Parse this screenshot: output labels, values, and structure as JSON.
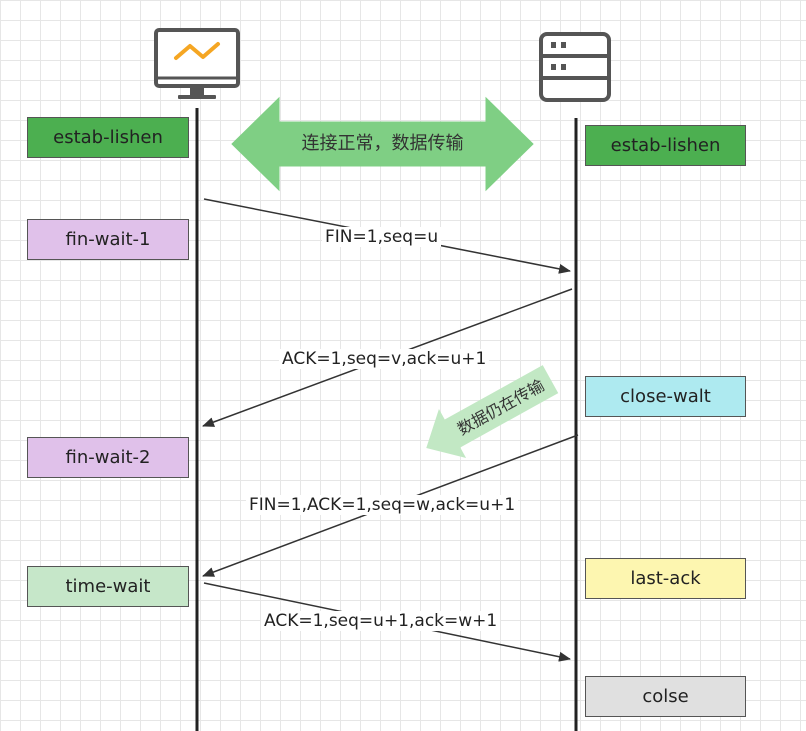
{
  "client": {
    "icon": "monitor-icon",
    "states": {
      "estab": "estab-lishen",
      "fin_wait_1": "fin-wait-1",
      "fin_wait_2": "fin-wait-2",
      "time_wait": "time-wait"
    }
  },
  "server": {
    "icon": "server-icon",
    "states": {
      "estab": "estab-lishen",
      "close_wait": "close-walt",
      "last_ack": "last-ack",
      "closed": "colse"
    }
  },
  "banners": {
    "connection_ok": "连接正常，数据传输",
    "still_transmitting": "数据仍在传输"
  },
  "messages": {
    "fin1": "FIN=1,seq=u",
    "ack1": "ACK=1,seq=v,ack=u+1",
    "fin2": "FIN=1,ACK=1,seq=w,ack=u+1",
    "ack2": "ACK=1,seq=u+1,ack=w+1"
  },
  "colors": {
    "estab_fill": "#4caf50",
    "fin_wait_fill": "#e0c1ea",
    "time_wait_fill": "#c6e7c9",
    "close_wait_fill": "#aeeaf0",
    "last_ack_fill": "#fdf6b0",
    "closed_fill": "#e0e0e0",
    "banner_green": "#7fcf84",
    "banner_light_green": "#c2e8c4",
    "icon_accent": "#f5a623"
  }
}
